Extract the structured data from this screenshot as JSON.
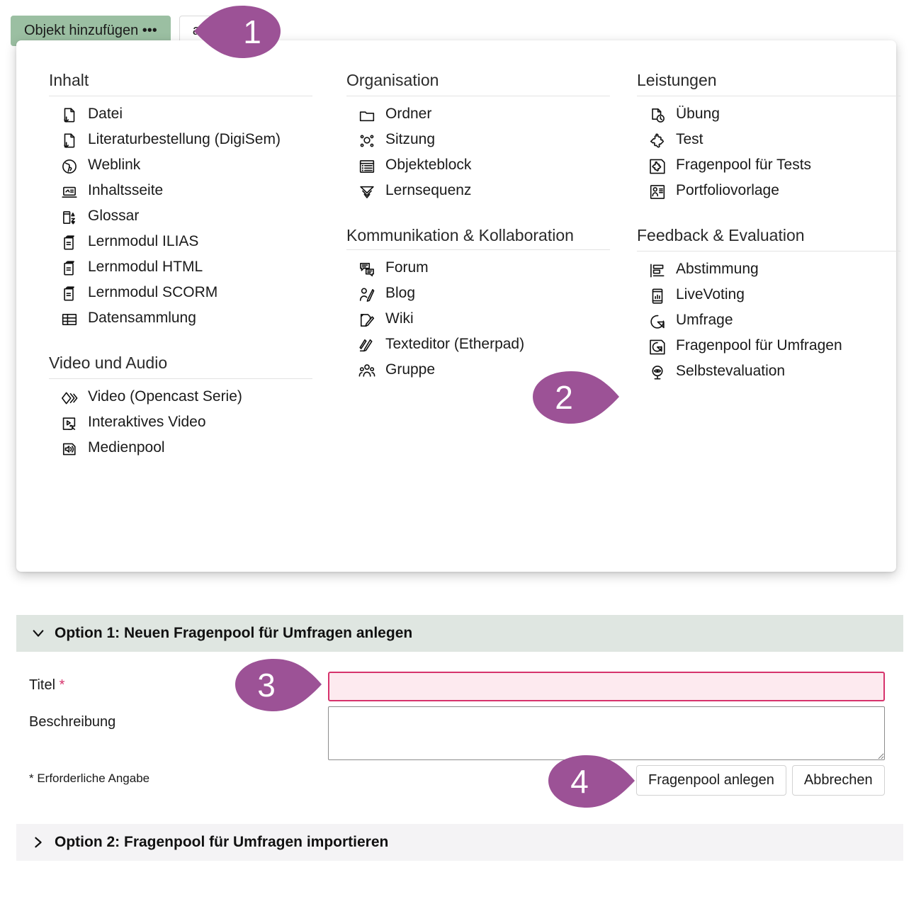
{
  "toolbar": {
    "add_button_label": "Objekt hinzufügen •••",
    "second_button_label": "alten"
  },
  "panel": {
    "columns": [
      {
        "name": "column-content",
        "sections": [
          {
            "title": "Inhalt",
            "items": [
              {
                "label": "Datei",
                "icon": "file-download-icon"
              },
              {
                "label": "Literaturbestellung (DigiSem)",
                "icon": "file-download-icon"
              },
              {
                "label": "Weblink",
                "icon": "globe-icon"
              },
              {
                "label": "Inhaltsseite",
                "icon": "content-page-icon"
              },
              {
                "label": "Glossar",
                "icon": "glossary-az-icon"
              },
              {
                "label": "Lernmodul ILIAS",
                "icon": "learning-module-icon"
              },
              {
                "label": "Lernmodul HTML",
                "icon": "learning-module-icon"
              },
              {
                "label": "Lernmodul SCORM",
                "icon": "learning-module-icon"
              },
              {
                "label": "Datensammlung",
                "icon": "table-icon"
              }
            ]
          },
          {
            "title": "Video und Audio",
            "items": [
              {
                "label": "Video (Opencast Serie)",
                "icon": "opencast-diamonds-icon"
              },
              {
                "label": "Interaktives Video",
                "icon": "interactive-video-icon"
              },
              {
                "label": "Medienpool",
                "icon": "media-pool-speaker-icon"
              }
            ]
          }
        ]
      },
      {
        "name": "column-organisation",
        "sections": [
          {
            "title": "Organisation",
            "items": [
              {
                "label": "Ordner",
                "icon": "folder-icon"
              },
              {
                "label": "Sitzung",
                "icon": "session-nodes-icon"
              },
              {
                "label": "Objekteblock",
                "icon": "object-block-icon"
              },
              {
                "label": "Lernsequenz",
                "icon": "learning-sequence-icon"
              }
            ]
          },
          {
            "title": "Kommunikation & Kollaboration",
            "items": [
              {
                "label": "Forum",
                "icon": "forum-bubbles-icon"
              },
              {
                "label": "Blog",
                "icon": "blog-person-pen-icon"
              },
              {
                "label": "Wiki",
                "icon": "wiki-page-pen-icon"
              },
              {
                "label": "Texteditor (Etherpad)",
                "icon": "etherpad-pen-icon"
              },
              {
                "label": "Gruppe",
                "icon": "group-people-icon"
              }
            ]
          }
        ]
      },
      {
        "name": "column-services",
        "sections": [
          {
            "title": "Leistungen",
            "items": [
              {
                "label": "Übung",
                "icon": "exercise-clock-icon"
              },
              {
                "label": "Test",
                "icon": "puzzle-icon"
              },
              {
                "label": "Fragenpool für Tests",
                "icon": "puzzle-pool-icon"
              },
              {
                "label": "Portfoliovorlage",
                "icon": "portfolio-template-icon"
              }
            ]
          },
          {
            "title": "Feedback & Evaluation",
            "items": [
              {
                "label": "Abstimmung",
                "icon": "poll-bars-icon"
              },
              {
                "label": "LiveVoting",
                "icon": "livevoting-phone-icon"
              },
              {
                "label": "Umfrage",
                "icon": "survey-pie-icon"
              },
              {
                "label": "Fragenpool für Umfragen",
                "icon": "survey-pool-icon"
              },
              {
                "label": "Selbstevaluation",
                "icon": "self-evaluation-eye-icon"
              }
            ]
          }
        ]
      }
    ]
  },
  "form": {
    "option1_title": "Option 1: Neuen Fragenpool für Umfragen anlegen",
    "option2_title": "Option 2: Fragenpool für Umfragen importieren",
    "titel_label": "Titel",
    "titel_required_mark": "*",
    "titel_value": "",
    "titel_placeholder": "",
    "beschreibung_label": "Beschreibung",
    "beschreibung_value": "",
    "beschreibung_placeholder": "",
    "required_note": "* Erforderliche Angabe",
    "submit_label": "Fragenpool anlegen",
    "cancel_label": "Abbrechen"
  },
  "markers": [
    {
      "number": "1"
    },
    {
      "number": "2"
    },
    {
      "number": "3"
    },
    {
      "number": "4"
    }
  ],
  "colors": {
    "accent_green": "#9bbfa2",
    "marker_purple": "#9c5296",
    "option1_header_bg": "#dfe6e1",
    "option2_header_bg": "#f4f3f5",
    "required_pink": "#d6336c",
    "required_field_bg": "#fdeaef"
  }
}
